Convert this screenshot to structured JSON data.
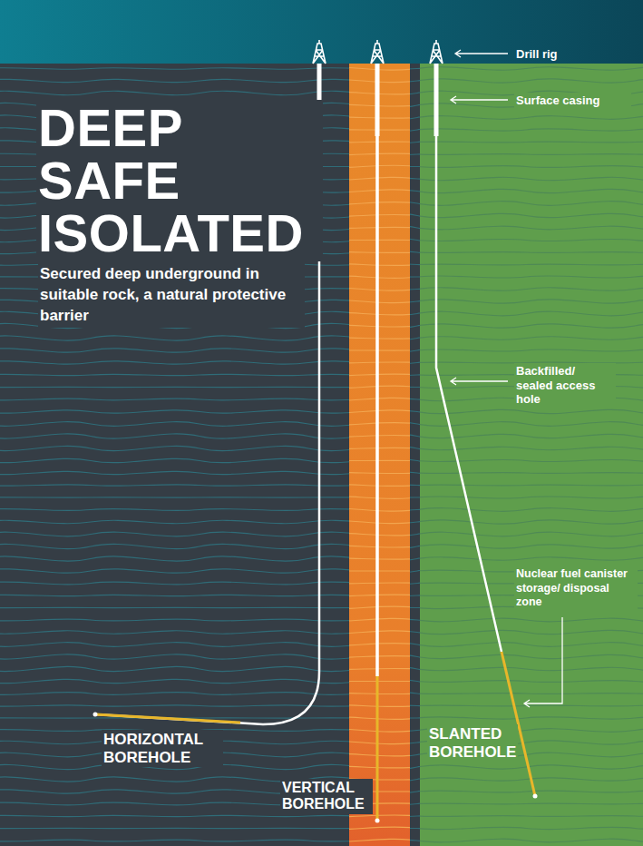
{
  "diagram": {
    "title": "DEEP SAFE ISOLATED",
    "caption": "Secured deep underground in suitable rock, a natural protective barrier",
    "labels": [
      "Drill rig",
      "Surface casing",
      "Backfilled/ sealed access hole",
      "Nuclear fuel canister storage/ disposal zone",
      "HORIZONTAL BOREHOLE",
      "VERTICAL BOREHOLE",
      "SLANTED BOREHOLE"
    ]
  }
}
